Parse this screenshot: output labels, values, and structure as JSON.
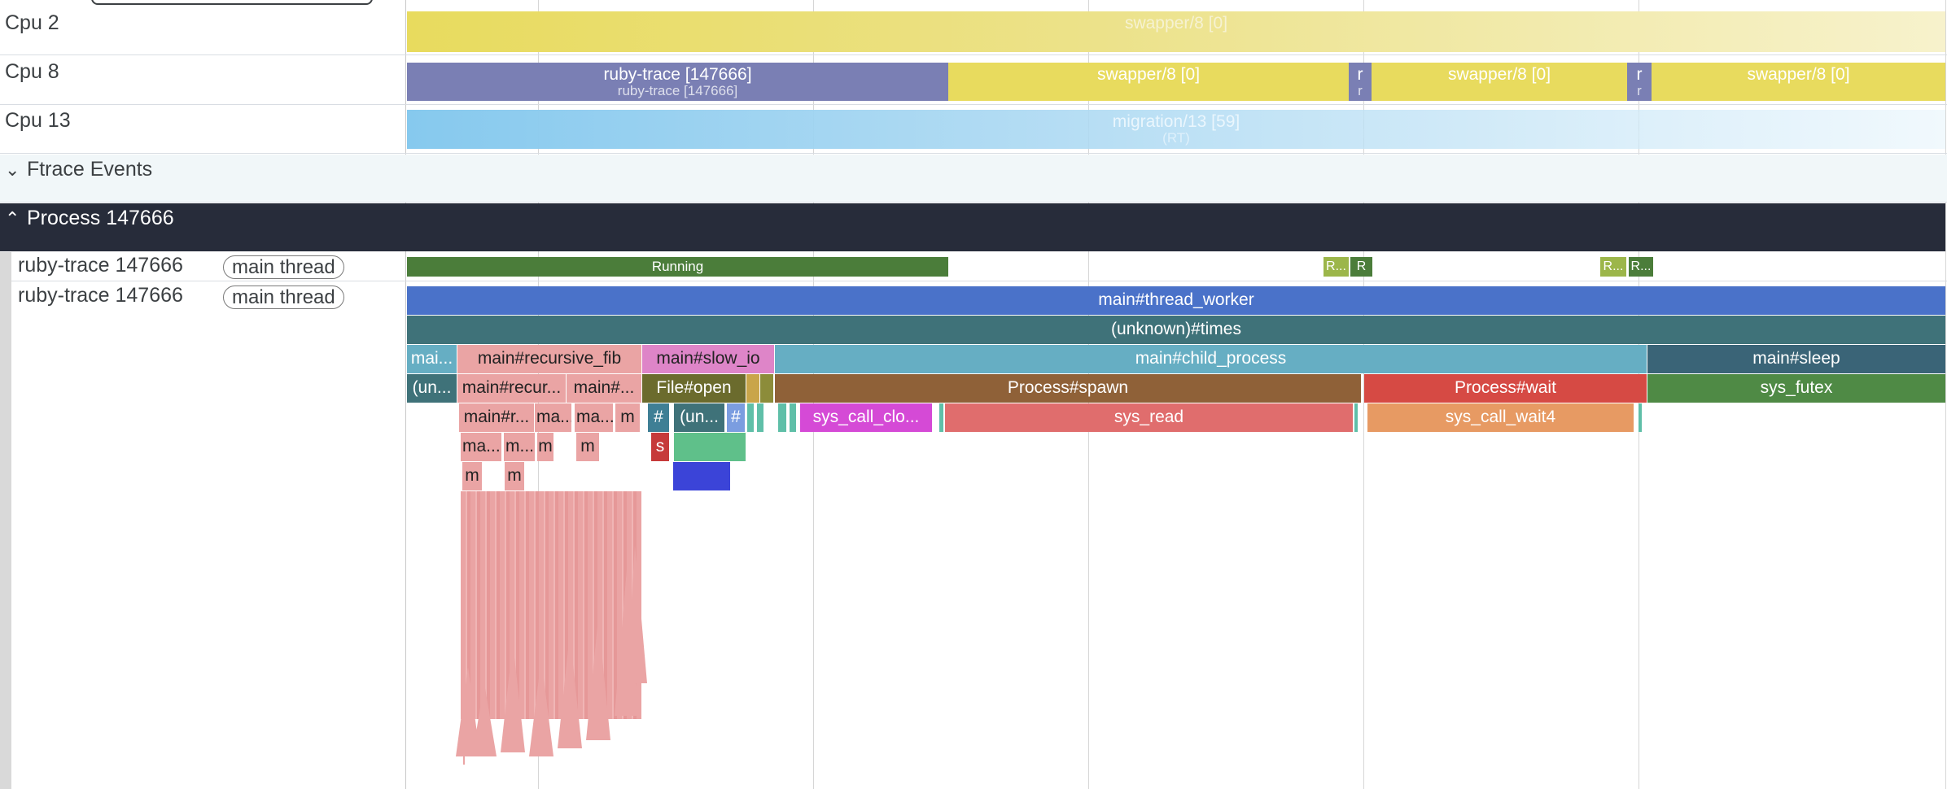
{
  "colors": {
    "swapper": "#e8db5e",
    "ruby_trace": "#7a7fb4",
    "migration": "#86c9ee",
    "process_header": "#272c3a",
    "running": "#4b7d3a",
    "thread_worker": "#4a72c9",
    "unknown_times": "#3f7279",
    "child_process": "#66aec3",
    "sleep": "#3a6477",
    "spawn": "#8f6138",
    "wait": "#d64a44",
    "futex": "#4f8a45",
    "recursive_fib": "#eaa4a4",
    "slow_io": "#de85c8",
    "file_open": "#6b6b2d",
    "sys_read": "#e06d6d",
    "sys_wait4": "#e79a63",
    "sys_close": "#d54ad6",
    "s_block": "#c63a3a",
    "green_block": "#5fc08a",
    "blue_block": "#3b44d8"
  },
  "cpu_tracks": [
    {
      "label": "Cpu 2"
    },
    {
      "label": "Cpu 8"
    },
    {
      "label": "Cpu 13"
    }
  ],
  "cpu2_slices": [
    {
      "name": "swapper/8 [0]"
    }
  ],
  "cpu8_slices": [
    {
      "name": "ruby-trace [147666]",
      "sub": "ruby-trace [147666]"
    },
    {
      "name": "swapper/8 [0]"
    },
    {
      "name": "r",
      "sub": "r"
    },
    {
      "name": "swapper/8 [0]"
    },
    {
      "name": "r",
      "sub": "r"
    },
    {
      "name": "swapper/8 [0]"
    }
  ],
  "cpu13_slices": [
    {
      "name": "migration/13 [59]",
      "sub": "(RT)"
    }
  ],
  "groups": {
    "ftrace": {
      "label": "Ftrace Events",
      "chevron": "⌄"
    },
    "process": {
      "label": "Process 147666",
      "chevron": "⌃"
    }
  },
  "thread_tracks": [
    {
      "label": "ruby-trace 147666",
      "tag": "main thread"
    },
    {
      "label": "ruby-trace 147666",
      "tag": "main thread"
    }
  ],
  "state_slices": [
    {
      "name": "Running"
    },
    {
      "name": "R..."
    },
    {
      "name": "R"
    },
    {
      "name": "R..."
    },
    {
      "name": "R..."
    }
  ],
  "flame": {
    "depth0": [
      {
        "name": "main#thread_worker"
      }
    ],
    "depth1": [
      {
        "name": "(unknown)#times"
      }
    ],
    "depth2": [
      {
        "name": "mai..."
      },
      {
        "name": "main#recursive_fib"
      },
      {
        "name": "main#slow_io"
      },
      {
        "name": "main#child_process"
      },
      {
        "name": "main#sleep"
      }
    ],
    "depth3": [
      {
        "name": "(un..."
      },
      {
        "name": "main#recur..."
      },
      {
        "name": "main#..."
      },
      {
        "name": "File#open"
      },
      {
        "name": "Process#spawn"
      },
      {
        "name": "Process#wait"
      },
      {
        "name": "sys_futex"
      }
    ],
    "depth4": [
      {
        "name": "main#r..."
      },
      {
        "name": "ma..."
      },
      {
        "name": "ma..."
      },
      {
        "name": "m"
      },
      {
        "name": "#"
      },
      {
        "name": "(un..."
      },
      {
        "name": "#"
      },
      {
        "name": "sys_call_clo..."
      },
      {
        "name": "sys_read"
      },
      {
        "name": "sys_call_wait4"
      }
    ],
    "depth5": [
      {
        "name": "ma..."
      },
      {
        "name": "m..."
      },
      {
        "name": "m"
      },
      {
        "name": "m"
      },
      {
        "name": "s"
      }
    ],
    "depth6": [
      {
        "name": "m"
      },
      {
        "name": "m"
      }
    ]
  }
}
